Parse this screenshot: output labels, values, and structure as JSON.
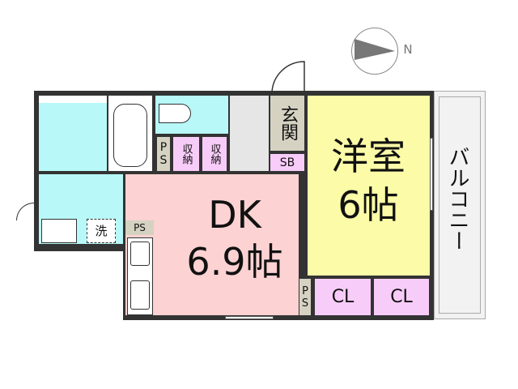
{
  "compass": {
    "label": "N"
  },
  "rooms": {
    "entrance": "玄関",
    "shoe_box": "SB",
    "storage_1": "収納",
    "storage_2": "収納",
    "ps_top": "PS",
    "ps_kitchen": "PS",
    "ps_bottom": "PS",
    "washer": "洗",
    "dk_name": "DK",
    "dk_size": "6.9帖",
    "western_name": "洋室",
    "western_size": "6帖",
    "closet_1": "CL",
    "closet_2": "CL",
    "balcony": "バルコニー"
  },
  "colors": {
    "dk": "#fcd2d2",
    "western": "#fcfca8",
    "wet": "#b8f8f8",
    "storage": "#f8ccf8"
  }
}
